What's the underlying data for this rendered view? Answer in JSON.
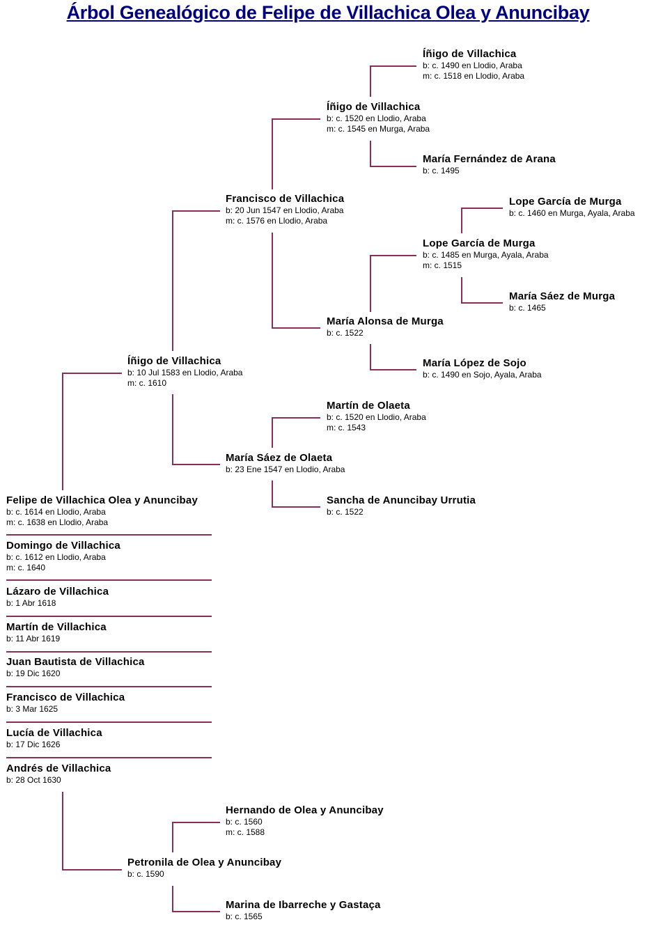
{
  "title": "Árbol Genealógico de Felipe de Villachica Olea y Anuncibay",
  "colors": {
    "title": "#000080",
    "connector": "#8b2d5a"
  },
  "people": [
    {
      "name": "Íñigo de Villachica",
      "lines": [
        "b: c. 1490 en Llodio, Araba",
        "m: c. 1518 en Llodio, Araba"
      ]
    },
    {
      "name": "Íñigo de Villachica",
      "lines": [
        "b: c. 1520 en Llodio, Araba",
        "m: c. 1545 en Murga, Araba"
      ]
    },
    {
      "name": "María Fernández de Arana",
      "lines": [
        "b: c. 1495"
      ]
    },
    {
      "name": "Francisco de Villachica",
      "lines": [
        "b: 20 Jun 1547 en Llodio, Araba",
        "m: c. 1576 en Llodio, Araba"
      ]
    },
    {
      "name": "Lope García de Murga",
      "lines": [
        "b: c. 1460 en Murga, Ayala, Araba"
      ]
    },
    {
      "name": "Lope García de Murga",
      "lines": [
        "b: c. 1485 en Murga, Ayala, Araba",
        "m: c. 1515"
      ]
    },
    {
      "name": "María Sáez de Murga",
      "lines": [
        "b: c. 1465"
      ]
    },
    {
      "name": "María Alonsa de Murga",
      "lines": [
        "b: c. 1522"
      ]
    },
    {
      "name": "Íñigo de Villachica",
      "lines": [
        "b: 10 Jul 1583 en Llodio, Araba",
        "m: c. 1610"
      ]
    },
    {
      "name": "María López de Sojo",
      "lines": [
        "b: c. 1490 en Sojo, Ayala, Araba"
      ]
    },
    {
      "name": "Martín de Olaeta",
      "lines": [
        "b: c. 1520 en Llodio, Araba",
        "m: c. 1543"
      ]
    },
    {
      "name": "María Sáez de Olaeta",
      "lines": [
        "b: 23 Ene 1547 en Llodio, Araba"
      ]
    },
    {
      "name": "Sancha de Anuncibay Urrutia",
      "lines": [
        "b: c. 1522"
      ]
    },
    {
      "name": "Felipe de Villachica Olea y Anuncibay",
      "lines": [
        "b: c. 1614 en Llodio, Araba",
        "m: c. 1638 en Llodio, Araba"
      ]
    },
    {
      "name": "Domingo de Villachica",
      "lines": [
        "b: c. 1612 en Llodio, Araba",
        "m: c. 1640"
      ]
    },
    {
      "name": "Lázaro de Villachica",
      "lines": [
        "b: 1 Abr 1618"
      ]
    },
    {
      "name": "Martín de Villachica",
      "lines": [
        "b: 11 Abr 1619"
      ]
    },
    {
      "name": "Juan Bautista de Villachica",
      "lines": [
        "b: 19 Dic 1620"
      ]
    },
    {
      "name": "Francisco de Villachica",
      "lines": [
        "b: 3 Mar 1625"
      ]
    },
    {
      "name": "Lucía de Villachica",
      "lines": [
        "b: 17 Dic 1626"
      ]
    },
    {
      "name": "Andrés de Villachica",
      "lines": [
        "b: 28 Oct 1630"
      ]
    },
    {
      "name": "Hernando de Olea y Anuncibay",
      "lines": [
        "b: c. 1560",
        "m: c. 1588"
      ]
    },
    {
      "name": "Petronila de Olea y Anuncibay",
      "lines": [
        "b: c. 1590"
      ]
    },
    {
      "name": "Marina de Ibarreche y Gastaça",
      "lines": [
        "b: c. 1565"
      ]
    }
  ]
}
